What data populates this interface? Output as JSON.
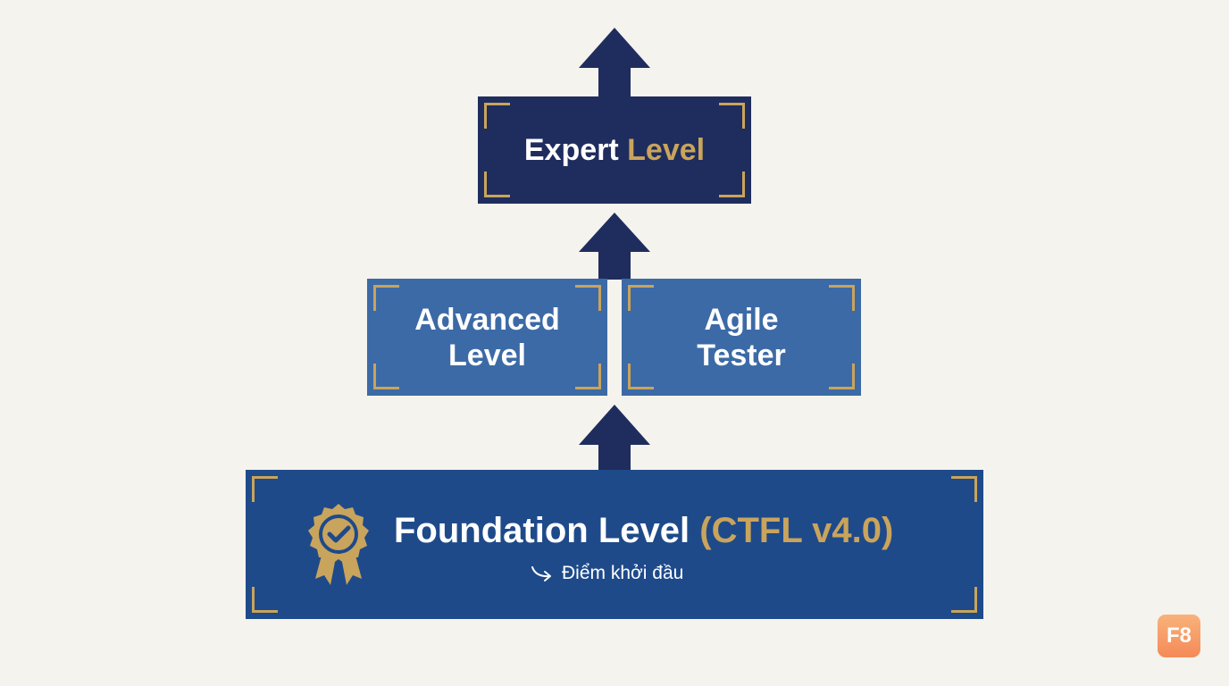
{
  "diagram": {
    "expert": {
      "label_white": "Expert",
      "label_gold": "Level"
    },
    "advanced": {
      "line1": "Advanced",
      "line2": "Level"
    },
    "agile": {
      "line1": "Agile",
      "line2": "Tester"
    },
    "foundation": {
      "title_white": "Foundation Level",
      "title_gold": "(CTFL v4.0)",
      "subtitle": "Điểm khởi đầu",
      "icon": "certificate-badge-icon"
    }
  },
  "logo": {
    "text": "F8"
  },
  "colors": {
    "background": "#f5f3ee",
    "expert_box": "#1f2d5e",
    "mid_box": "#3c6aa6",
    "foundation_box": "#1e4a8a",
    "accent_gold": "#c9a45c",
    "arrow": "#1f2d5e",
    "logo_orange": "#f48a58"
  }
}
